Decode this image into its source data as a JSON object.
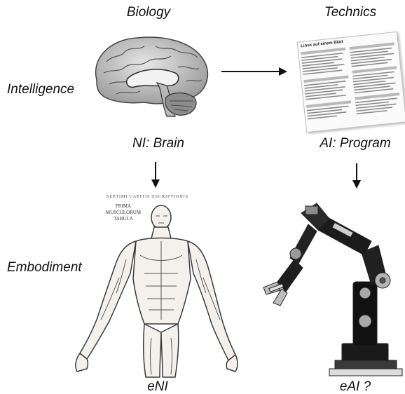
{
  "columns": {
    "biology": "Biology",
    "technics": "Technics"
  },
  "rows": {
    "intelligence": "Intelligence",
    "embodiment": "Embodiment"
  },
  "captions": {
    "ni_brain": "NI: Brain",
    "ai_program": "AI: Program",
    "eni": "eNI",
    "eai": "eAI ?"
  },
  "document_sheet": {
    "title": "Linux auf einem Blatt"
  },
  "anatomy_plate": {
    "heading": "SEPTIMI CAPITIS ESCRIPTIONIS",
    "label": "PRIMA MUSCULORUM TABULA"
  },
  "colors": {
    "text": "#111111",
    "arrow": "#111111",
    "background": "#ffffff"
  }
}
